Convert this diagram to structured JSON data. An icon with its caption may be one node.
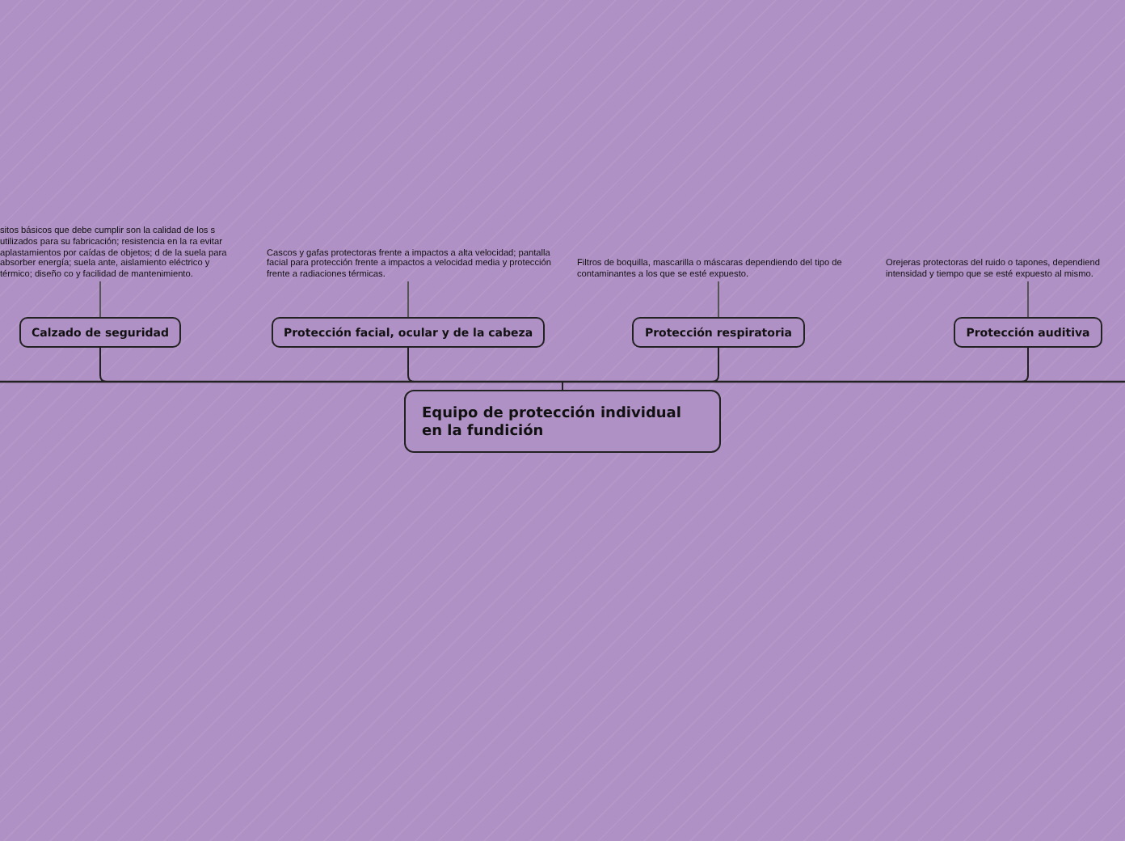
{
  "diagram": {
    "nodes": [
      {
        "text": [
          "Equipo de protección individual en la fundición"
        ]
      },
      {
        "text": [
          "Calzado de seguridad"
        ]
      },
      {
        "text": [
          "sitos básicos que debe cumplir son la calidad de los s utilizados para su fabricación; resistencia en la ra evitar aplastamientos por caídas de objetos; d de la suela para absorber energía; suela ante, aislamiento eléctrico y térmico; diseño co y facilidad de mantenimiento."
        ]
      },
      {
        "text": [
          "Protección facial, ocular y de la cabeza"
        ]
      },
      {
        "text": [
          "Cascos y gafas protectoras frente a impactos a alta velocidad; pantalla facial para protección frente a impactos a velocidad media y protección frente a radiaciones térmicas."
        ]
      },
      {
        "text": [
          "Protección respiratoria"
        ]
      },
      {
        "text": [
          "Filtros de boquilla, mascarilla o máscaras dependiendo del tipo de contaminantes a los que se esté expuesto."
        ]
      },
      {
        "text": [
          "Protección auditiva"
        ]
      },
      {
        "text": [
          "Orejeras protectoras del ruido o tapones, dependiend intensidad y tiempo que se esté expuesto al mismo."
        ]
      }
    ],
    "edges": [
      {
        "from": 0,
        "to": 1,
        "arrow": "none"
      },
      {
        "from": 0,
        "to": 3,
        "arrow": "none"
      },
      {
        "from": 0,
        "to": 5,
        "arrow": "none"
      },
      {
        "from": 0,
        "to": 7,
        "arrow": "none"
      },
      {
        "from": 1,
        "to": 2,
        "arrow": "none"
      },
      {
        "from": 3,
        "to": 4,
        "arrow": "none"
      },
      {
        "from": 5,
        "to": 6,
        "arrow": "none"
      },
      {
        "from": 7,
        "to": 8,
        "arrow": "none"
      }
    ]
  }
}
